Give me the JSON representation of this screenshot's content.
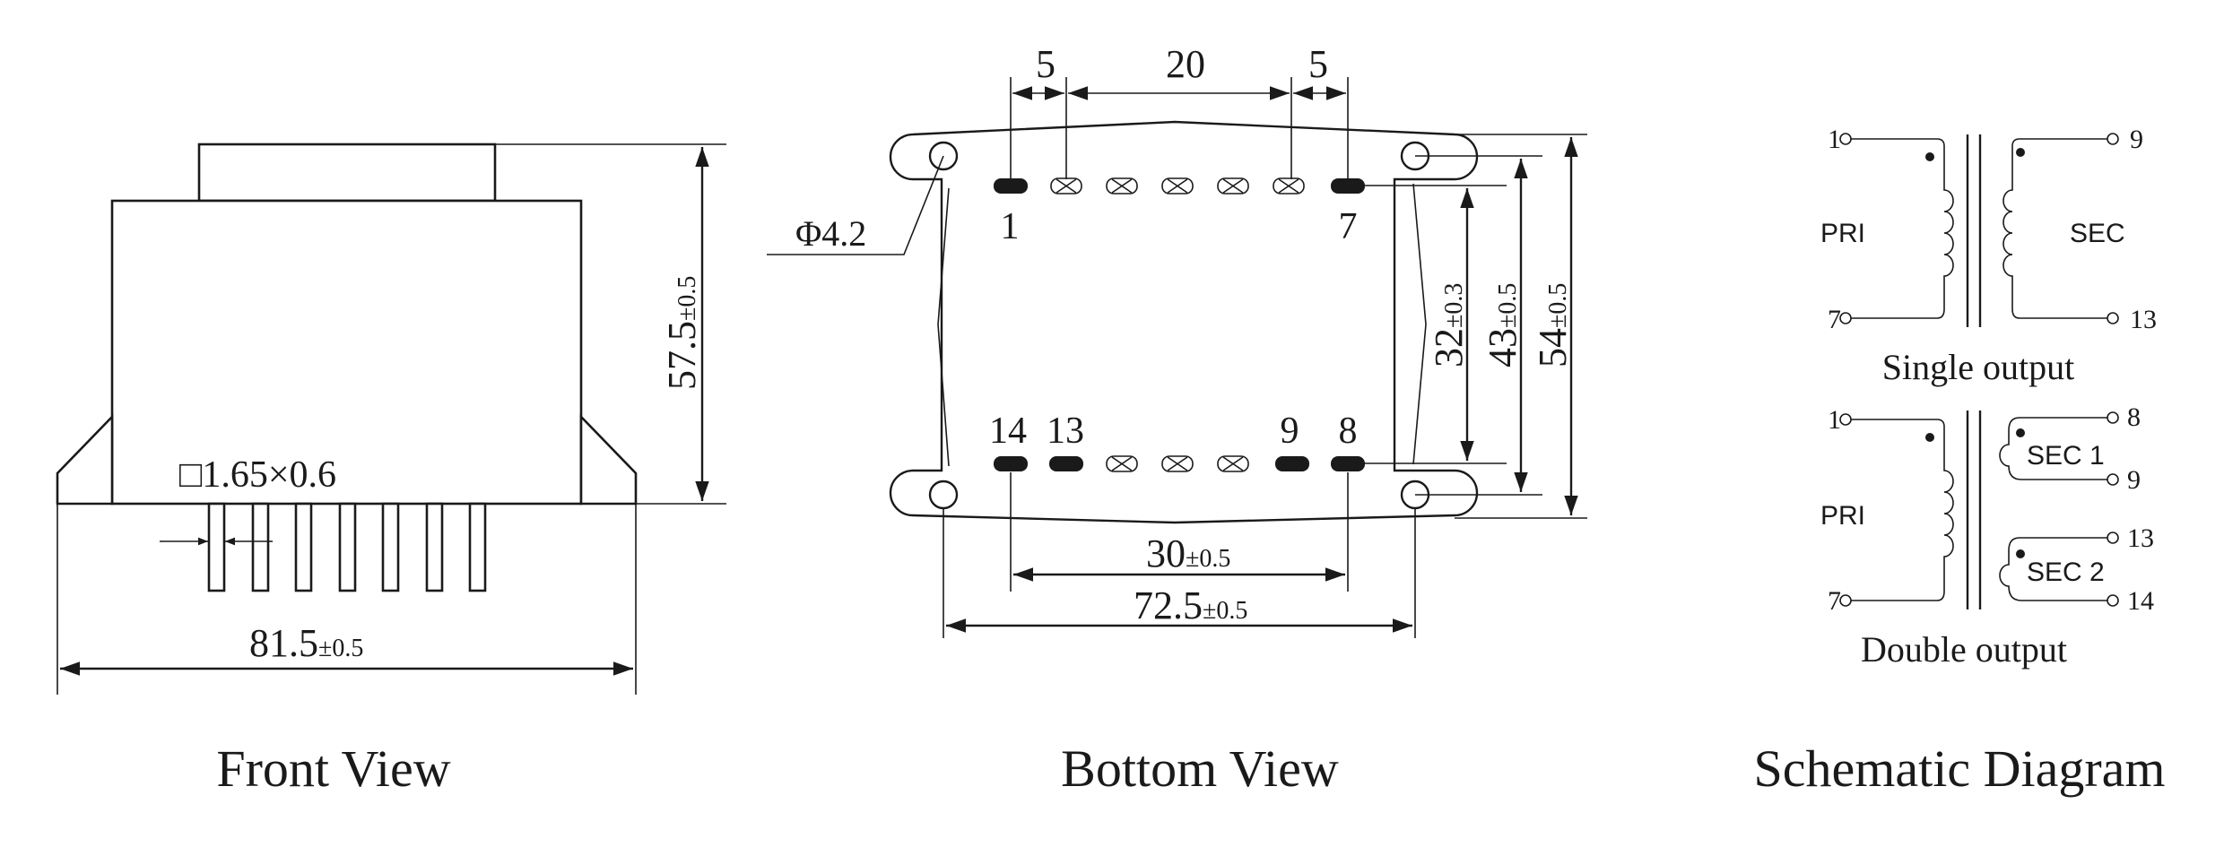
{
  "views": {
    "front": {
      "caption": "Front View",
      "height_dim": {
        "value": "57.5",
        "tol": "±0.5"
      },
      "width_dim": {
        "value": "81.5",
        "tol": "±0.5"
      },
      "pin_dim": "□1.65×0.6"
    },
    "bottom": {
      "caption": "Bottom View",
      "hole_dim": "Φ4.2",
      "top_dims": [
        "5",
        "20",
        "5"
      ],
      "pins": {
        "p1": "1",
        "p7": "7",
        "p14": "14",
        "p13": "13",
        "p9": "9",
        "p8": "8"
      },
      "dim_32": {
        "value": "32",
        "tol": "±0.3"
      },
      "dim_43": {
        "value": "43",
        "tol": "±0.5"
      },
      "dim_54": {
        "value": "54",
        "tol": "±0.5"
      },
      "dim_30": {
        "value": "30",
        "tol": "±0.5"
      },
      "dim_72": {
        "value": "72.5",
        "tol": "±0.5"
      }
    },
    "schematic": {
      "caption": "Schematic Diagram",
      "single": {
        "title": "Single output",
        "pri": "PRI",
        "sec": "SEC",
        "pins": {
          "a": "1",
          "b": "7",
          "c": "9",
          "d": "13"
        }
      },
      "double": {
        "title": "Double output",
        "pri": "PRI",
        "sec1": "SEC 1",
        "sec2": "SEC 2",
        "pins": {
          "a": "1",
          "b": "7",
          "c": "8",
          "d": "9",
          "e": "13",
          "f": "14"
        }
      }
    }
  }
}
